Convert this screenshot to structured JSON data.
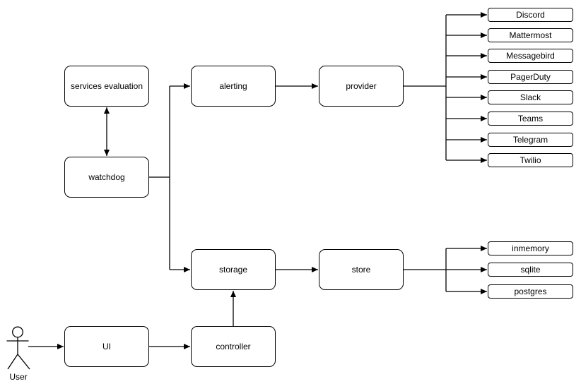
{
  "diagram": {
    "background": "#ffffff",
    "stroke_color": "#000000",
    "node_fill": "#ffffff",
    "nodes": {
      "services_evaluation": "services evaluation",
      "watchdog": "watchdog",
      "alerting": "alerting",
      "provider": "provider",
      "storage": "storage",
      "store": "store",
      "ui": "UI",
      "controller": "controller"
    },
    "providers": [
      "Discord",
      "Mattermost",
      "Messagebird",
      "PagerDuty",
      "Slack",
      "Teams",
      "Telegram",
      "Twilio"
    ],
    "stores": [
      "inmemory",
      "sqlite",
      "postgres"
    ],
    "actor": {
      "label": "User"
    }
  }
}
